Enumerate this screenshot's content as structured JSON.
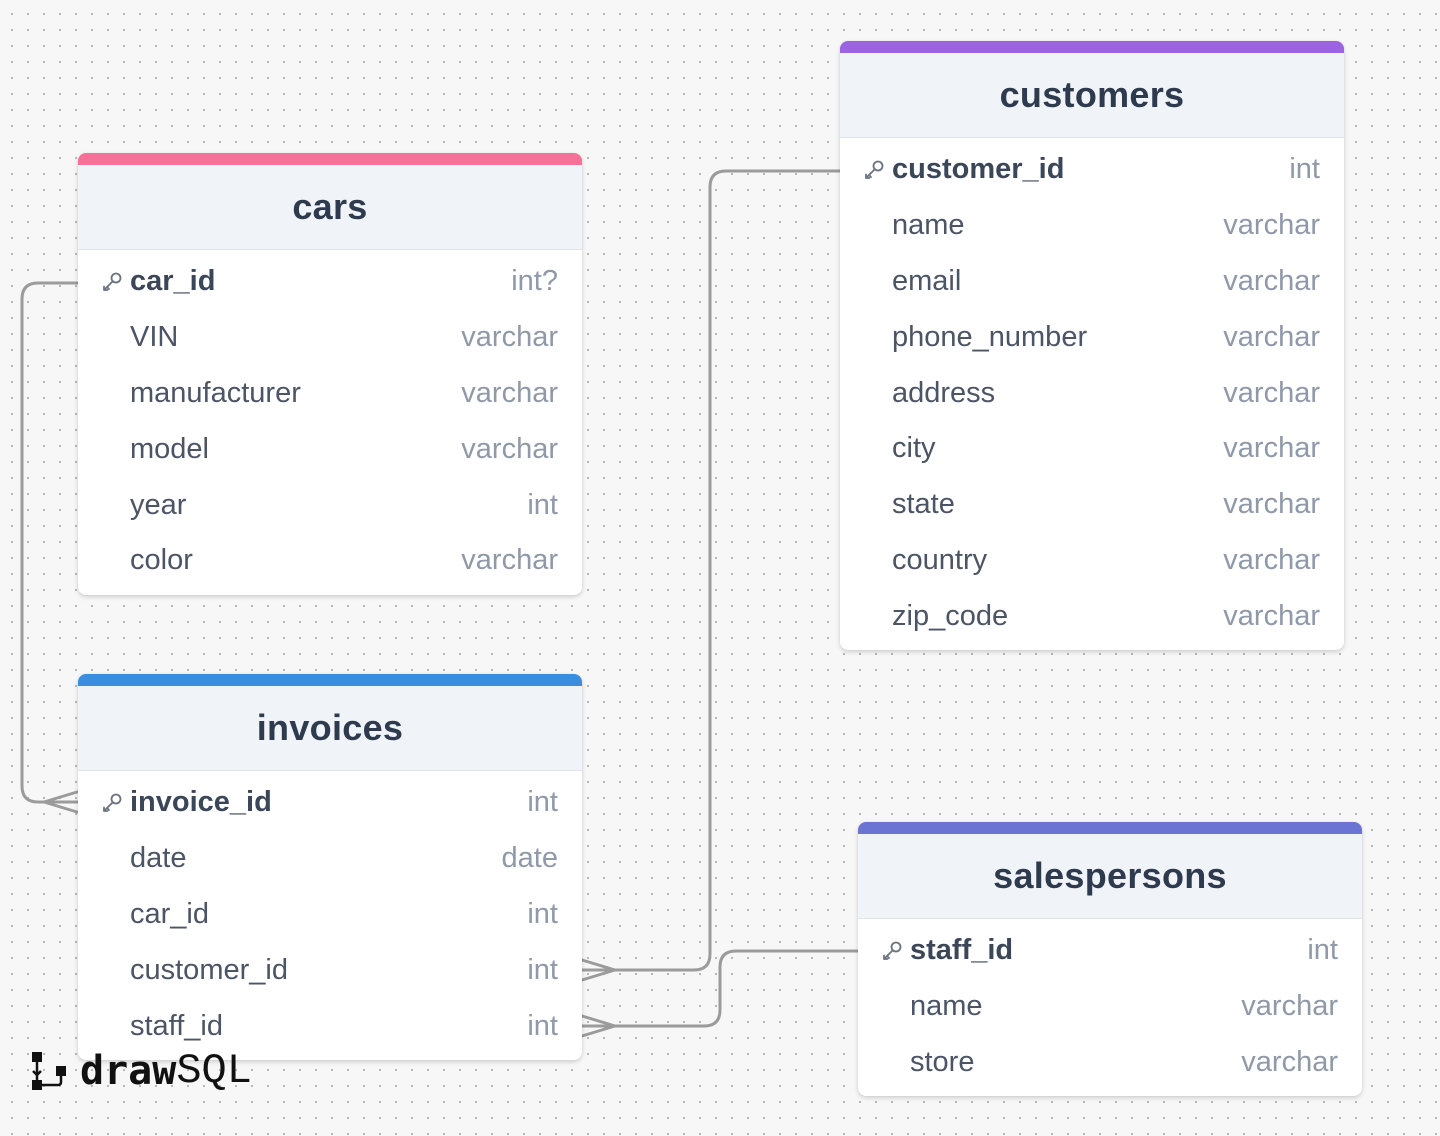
{
  "tables": [
    {
      "name": "cars",
      "accent": "#f87097",
      "columns": [
        {
          "name": "car_id",
          "type": "int?",
          "pk": true
        },
        {
          "name": "VIN",
          "type": "varchar",
          "pk": false
        },
        {
          "name": "manufacturer",
          "type": "varchar",
          "pk": false
        },
        {
          "name": "model",
          "type": "varchar",
          "pk": false
        },
        {
          "name": "year",
          "type": "int",
          "pk": false
        },
        {
          "name": "color",
          "type": "varchar",
          "pk": false
        }
      ]
    },
    {
      "name": "invoices",
      "accent": "#3a8ee0",
      "columns": [
        {
          "name": "invoice_id",
          "type": "int",
          "pk": true
        },
        {
          "name": "date",
          "type": "date",
          "pk": false
        },
        {
          "name": "car_id",
          "type": "int",
          "pk": false
        },
        {
          "name": "customer_id",
          "type": "int",
          "pk": false
        },
        {
          "name": "staff_id",
          "type": "int",
          "pk": false
        }
      ]
    },
    {
      "name": "customers",
      "accent": "#9b63e3",
      "columns": [
        {
          "name": "customer_id",
          "type": "int",
          "pk": true
        },
        {
          "name": "name",
          "type": "varchar",
          "pk": false
        },
        {
          "name": "email",
          "type": "varchar",
          "pk": false
        },
        {
          "name": "phone_number",
          "type": "varchar",
          "pk": false
        },
        {
          "name": "address",
          "type": "varchar",
          "pk": false
        },
        {
          "name": "city",
          "type": "varchar",
          "pk": false
        },
        {
          "name": "state",
          "type": "varchar",
          "pk": false
        },
        {
          "name": "country",
          "type": "varchar",
          "pk": false
        },
        {
          "name": "zip_code",
          "type": "varchar",
          "pk": false
        }
      ]
    },
    {
      "name": "salespersons",
      "accent": "#6b74d2",
      "columns": [
        {
          "name": "staff_id",
          "type": "int",
          "pk": true
        },
        {
          "name": "name",
          "type": "varchar",
          "pk": false
        },
        {
          "name": "store",
          "type": "varchar",
          "pk": false
        }
      ]
    }
  ],
  "relations": [
    {
      "from": "cars.car_id",
      "to": "invoices.invoice_id",
      "cardinality": "one-to-many"
    },
    {
      "from": "customers.customer_id",
      "to": "invoices.customer_id",
      "cardinality": "one-to-many"
    },
    {
      "from": "salespersons.staff_id",
      "to": "invoices.staff_id",
      "cardinality": "one-to-many"
    }
  ],
  "brand": {
    "bold": "draw",
    "light": "SQL"
  },
  "icons": {
    "primary_key": "key-icon",
    "logo": "drawsql-logo-icon"
  },
  "colors": {
    "connector": "#9b9b9b",
    "header_bg": "#f0f3f8"
  }
}
